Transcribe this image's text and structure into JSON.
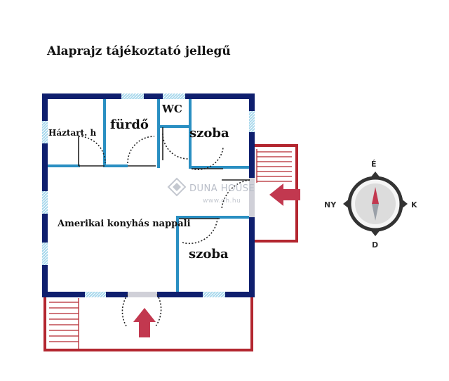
{
  "title": "Alaprajz tájékoztató jellegű",
  "rooms": {
    "storage": "Háztart. h",
    "bathroom": "fürdő",
    "wc": "WC",
    "bedroom_top": "szoba",
    "living": "Amerikai konyhás nappali",
    "bedroom_bottom": "szoba"
  },
  "compass": {
    "north": "É",
    "east": "K",
    "south": "D",
    "west": "NY"
  },
  "watermark": {
    "brand": "DUNA HOUSE",
    "url": "www.dh.hu"
  },
  "colors": {
    "outer_wall": "#0f1f6e",
    "inner_wall": "#2a8fc2",
    "window": "#a8d8ec",
    "terrace": "#b3262f",
    "entrance_arrow": "#c2384f",
    "compass_needle": "#c2384f"
  }
}
